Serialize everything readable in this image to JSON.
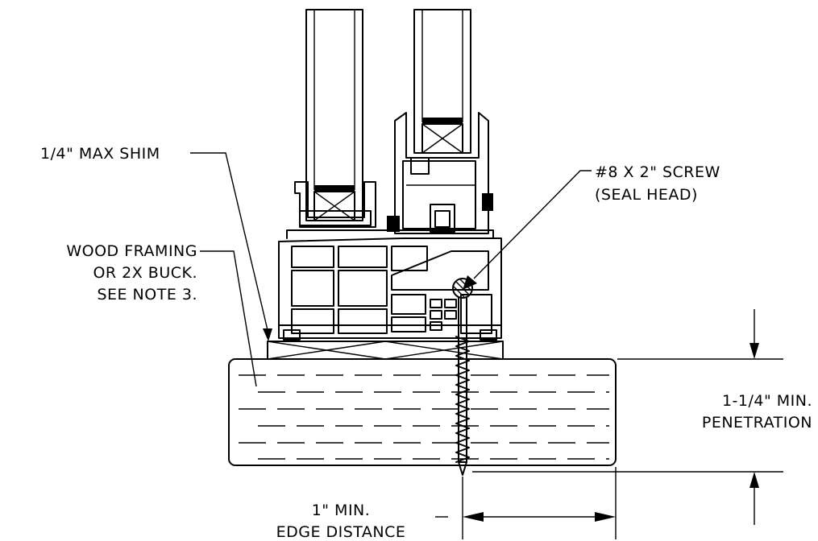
{
  "labels": {
    "shim": "1/4\" MAX SHIM",
    "screw_line1": "#8 X 2\" SCREW",
    "screw_line2": "(SEAL HEAD)",
    "framing_line1": "WOOD FRAMING",
    "framing_line2": "OR 2X BUCK.",
    "framing_line3": "SEE NOTE 3.",
    "penetration_line1": "1-1/4\" MIN.",
    "penetration_line2": "PENETRATION",
    "edge_line1": "1\" MIN.",
    "edge_line2": "EDGE DISTANCE"
  }
}
